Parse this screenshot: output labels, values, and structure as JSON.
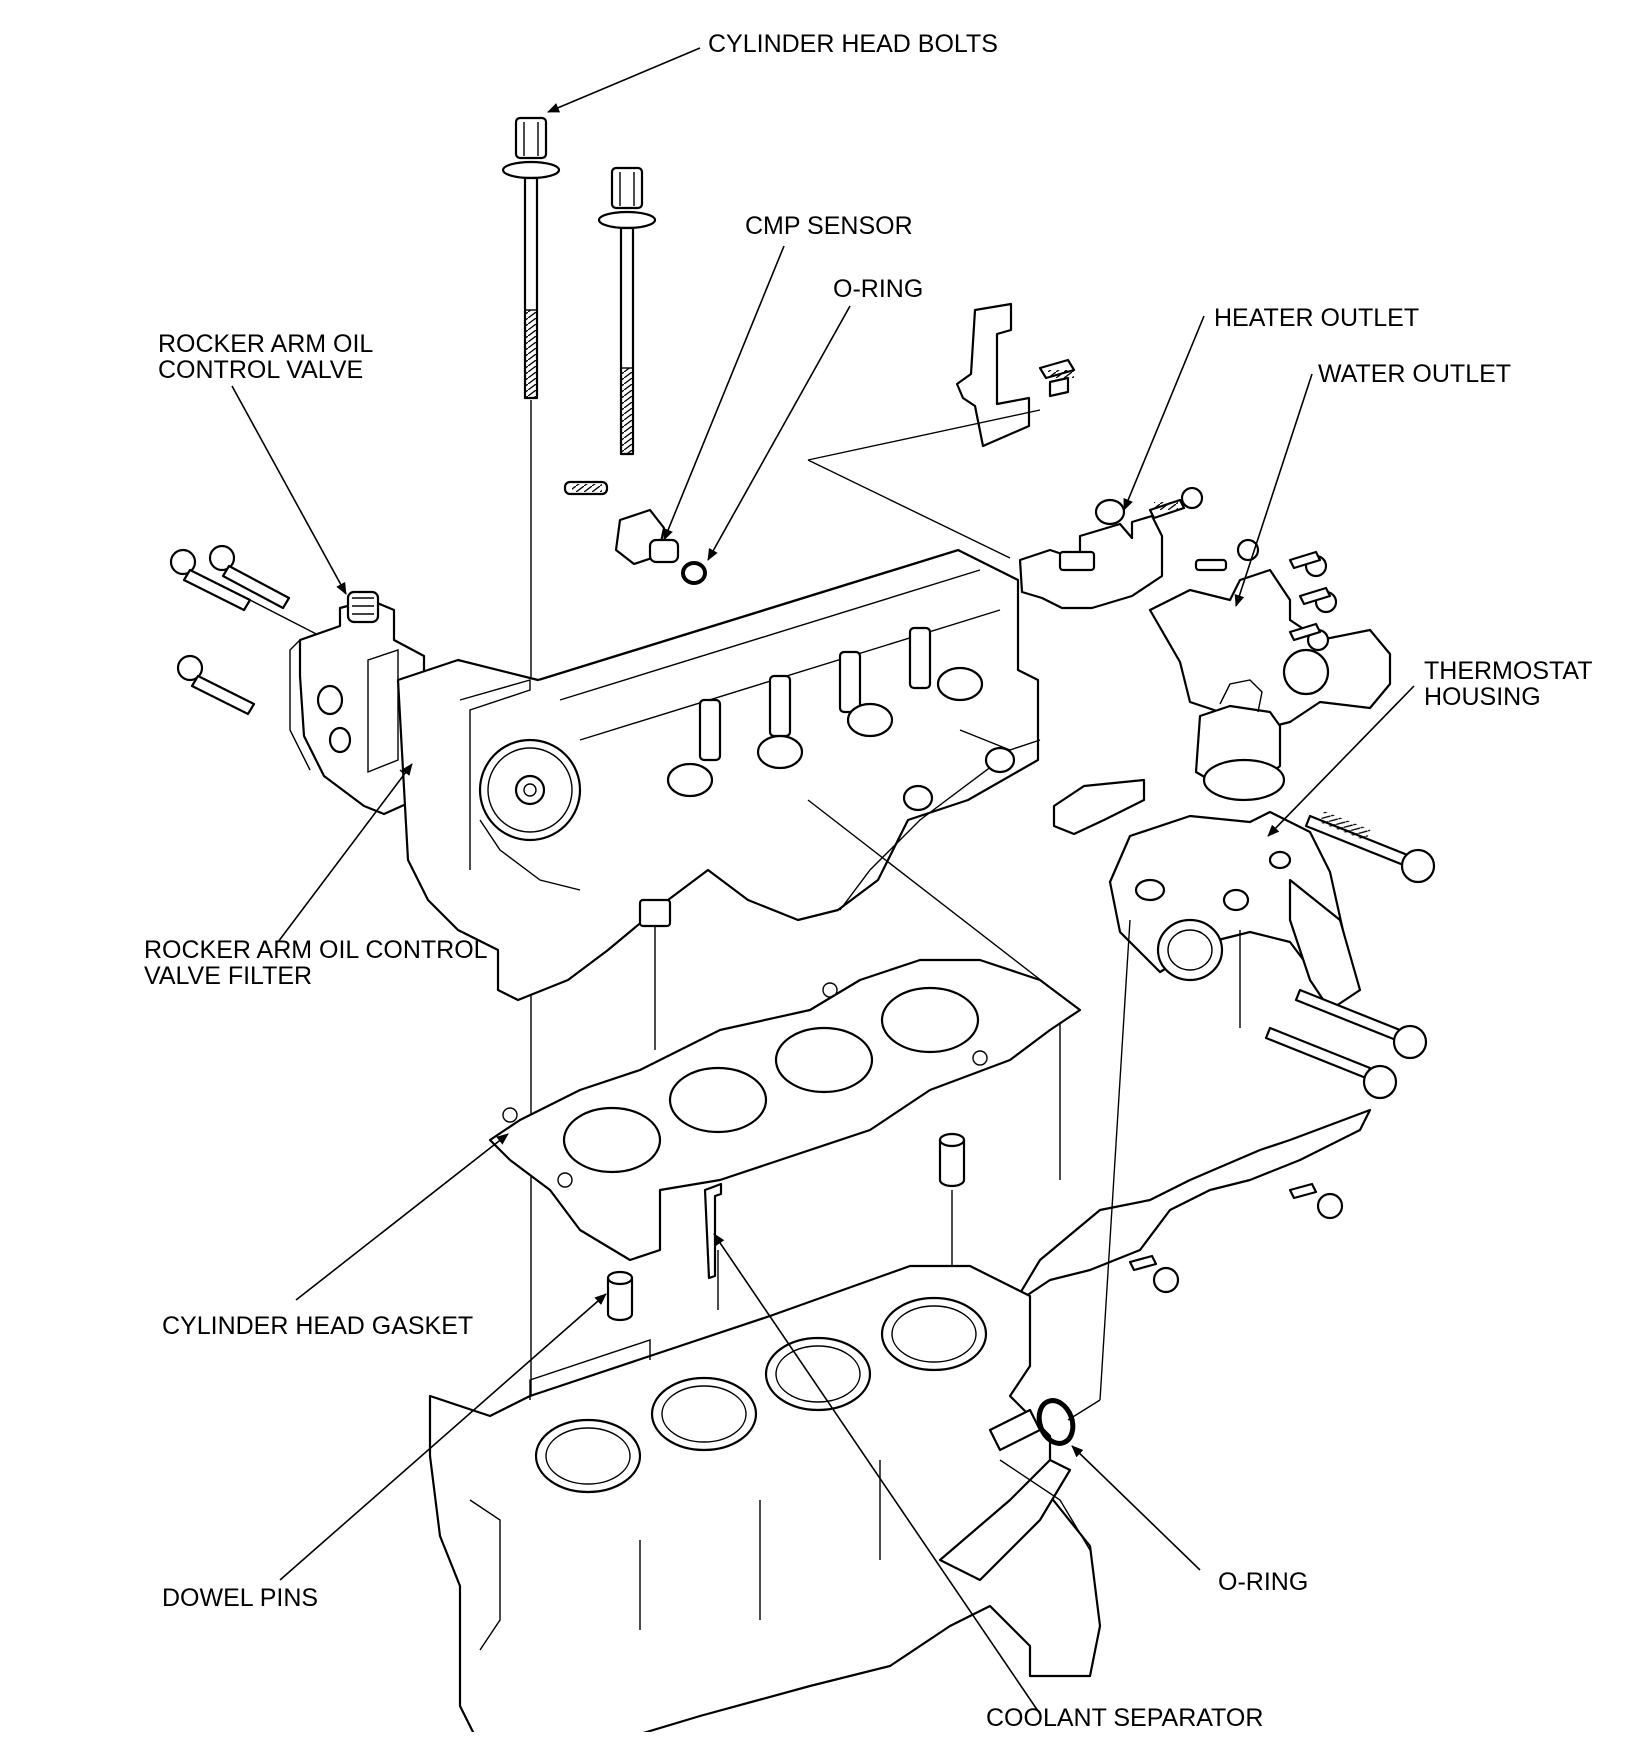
{
  "labels": {
    "cylinder_head_bolts": "CYLINDER HEAD BOLTS",
    "cmp_sensor": "CMP SENSOR",
    "o_ring_top": "O-RING",
    "heater_outlet": "HEATER OUTLET",
    "water_outlet": "WATER OUTLET",
    "rocker_valve_line1": "ROCKER ARM OIL",
    "rocker_valve_line2": "CONTROL VALVE",
    "thermostat_line1": "THERMOSTAT",
    "thermostat_line2": "HOUSING",
    "rocker_filter_line1": "ROCKER ARM OIL CONTROL",
    "rocker_filter_line2": "VALVE FILTER",
    "cylinder_head_gasket": "CYLINDER HEAD GASKET",
    "dowel_pins": "DOWEL PINS",
    "o_ring_bottom": "O-RING",
    "coolant_separator": "COOLANT SEPARATOR"
  }
}
